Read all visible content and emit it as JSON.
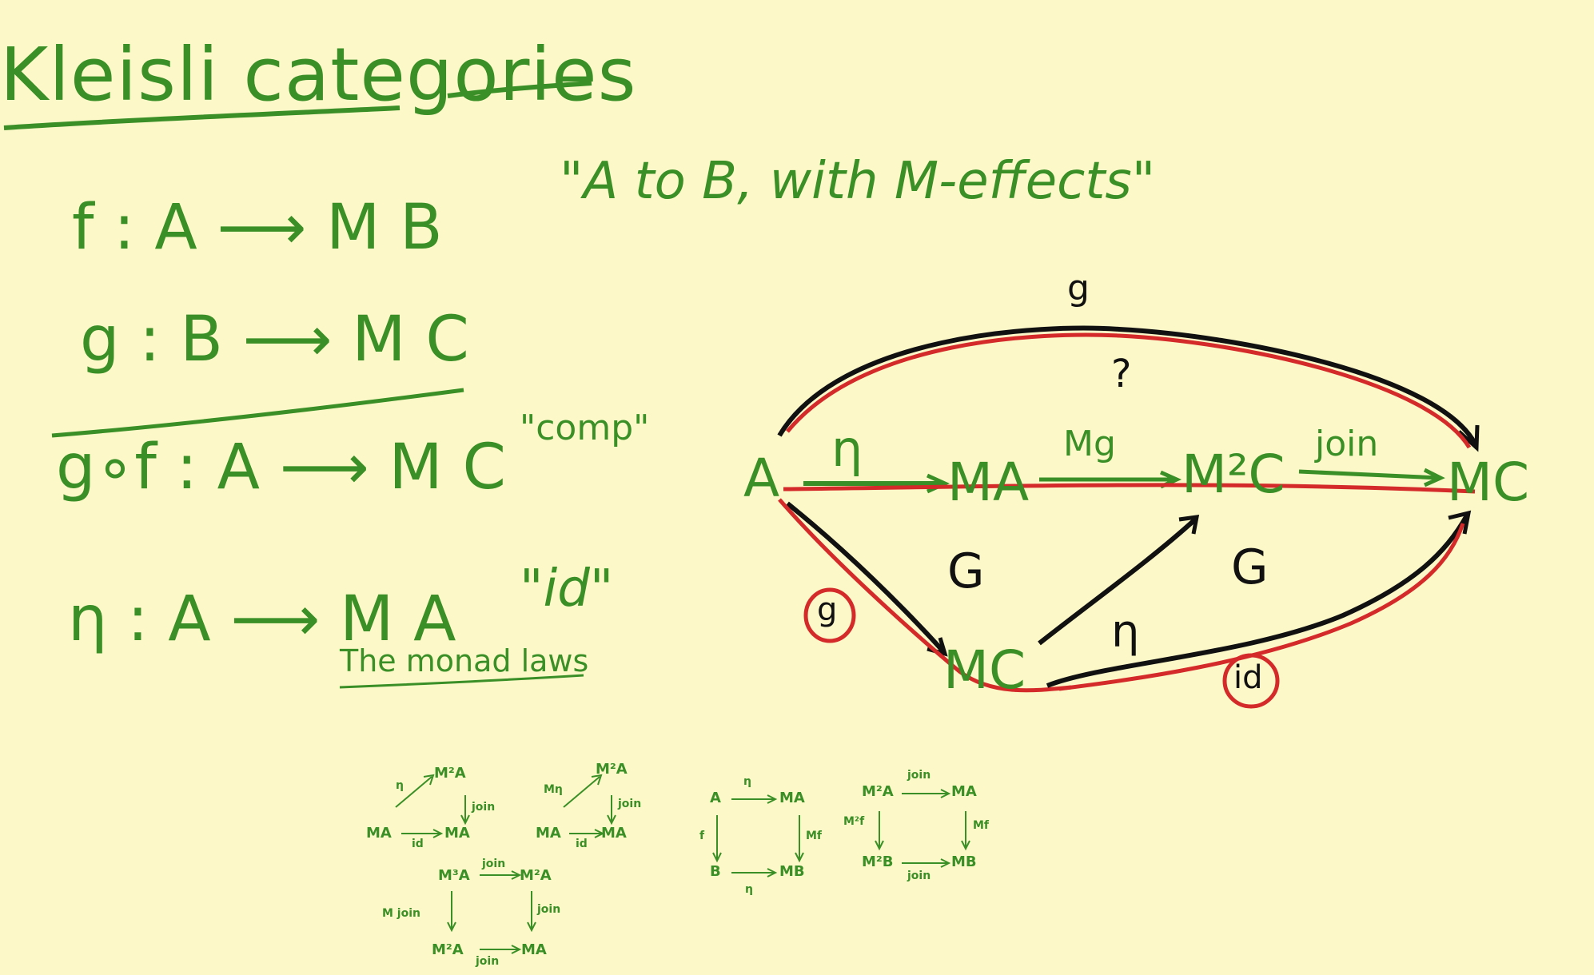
{
  "title": "Kleisli categories",
  "left": {
    "f_def": "f : A ⟶ M B",
    "f_note": "\"A to B, with M-effects\"",
    "g_def": "g : B ⟶ M C",
    "comp_def": "g∘f : A ⟶ M C",
    "comp_note": "\"comp\"",
    "eta_def": "η : A ⟶ M A",
    "eta_note": "\"id\"",
    "monad_laws": "The monad laws"
  },
  "diagram": {
    "nodes": {
      "a": "A",
      "ma": "MA",
      "m2c": "M²C",
      "mc_right": "MC",
      "mc_bottom": "MC"
    },
    "labels": {
      "eta_top": "η",
      "mg": "Mg",
      "join": "join",
      "g_top": "g",
      "question": "?",
      "g_circled": "g",
      "eta_bottom": "η",
      "id_circled": "id",
      "commute_left": "G",
      "commute_right": "G"
    },
    "colors": {
      "ink_green": "#3a8f26",
      "ink_black": "#111111",
      "ink_red": "#d42a2a",
      "paper": "#fcf8c8"
    }
  },
  "law_squares": {
    "unit_left": {
      "top": "M²A",
      "bl": "MA",
      "br": "MA",
      "eta": "η",
      "join": "join",
      "id": "id"
    },
    "unit_right": {
      "top": "M²A",
      "bl": "MA",
      "br": "MA",
      "mn": "Mη",
      "join": "join",
      "id": "id"
    },
    "assoc": {
      "tl": "M³A",
      "tr": "M²A",
      "bl": "M²A",
      "br": "MA",
      "join_top": "join",
      "mjoin": "M join",
      "join_right": "join",
      "join_bottom": "join"
    },
    "nat_eta": {
      "tl": "A",
      "tr": "MA",
      "bl": "B",
      "br": "MB",
      "eta_top": "η",
      "f": "f",
      "mf": "Mf",
      "eta_bottom": "η"
    },
    "nat_join": {
      "tl": "M²A",
      "tr": "MA",
      "bl": "M²B",
      "br": "MB",
      "join_top": "join",
      "m2f": "M²f",
      "mf": "Mf",
      "join_bottom": "join"
    }
  }
}
